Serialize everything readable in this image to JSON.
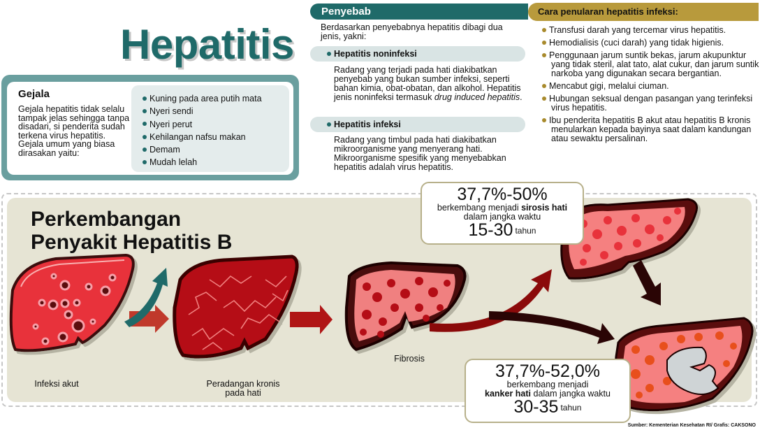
{
  "title": "Hepatitis",
  "gejala": {
    "title": "Gejala",
    "description": "Gejala hepatitis tidak selalu tampak jelas sehingga tanpa disadari, si penderita sudah terkena virus hepatitis. Gejala umum yang biasa dirasakan yaitu:",
    "symptoms": [
      "Kuning pada area putih mata",
      "Nyeri sendi",
      "Nyeri perut",
      "Kehilangan nafsu makan",
      "Demam",
      "Mudah lelah"
    ]
  },
  "penyebab": {
    "header": "Penyebab",
    "intro": "Berdasarkan penyebabnya hepatitis dibagi dua jenis, yakni:",
    "types": [
      {
        "name": "Hepatitis noninfeksi",
        "text": "Radang yang terjadi pada hati diakibatkan penyebab yang bukan sumber infeksi, seperti bahan kimia, obat-obatan, dan alkohol. Hepatitis jenis noninfeksi termasuk",
        "text_italic": "drug induced hepatitis",
        "text_end": "."
      },
      {
        "name": "Hepatitis infeksi",
        "text": "Radang yang timbul pada hati diakibatkan mikroorganisme yang menyerang hati. Mikroorganisme spesifik yang menyebabkan hepatitis adalah virus hepatitis."
      }
    ]
  },
  "penularan": {
    "header": "Cara penularan hepatitis infeksi:",
    "items": [
      "Transfusi darah yang tercemar virus hepatitis.",
      "Hemodialisis (cuci darah) yang tidak higienis.",
      "Penggunaan jarum suntik bekas, jarum akupunktur yang tidak steril, alat tato, alat cukur, dan jarum suntik narkoba yang digunakan secara bergantian.",
      "Mencabut gigi, melalui ciuman.",
      "Hubungan seksual dengan pasangan yang terinfeksi virus hepatitis.",
      "Ibu penderita hepatitis B akut atau hepatitis B kronis menularkan kepada bayinya saat dalam kandungan atau sewaktu persalinan."
    ]
  },
  "progression": {
    "title_line1": "Perkembangan",
    "title_line2": "Penyakit Hepatitis B",
    "stages": [
      {
        "label": "Infeksi akut"
      },
      {
        "label_line1": "Peradangan kronis",
        "label_line2": "pada hati"
      },
      {
        "label": "Fibrosis"
      }
    ],
    "cirrhosis_stat": {
      "percent": "37,7%-50%",
      "desc_pre": "berkembang menjadi ",
      "desc_bold": "sirosis hati",
      "desc_line2": "dalam jangka waktu",
      "years": "15-30",
      "unit": "tahun"
    },
    "cancer_stat": {
      "percent": "37,7%-52,0%",
      "desc_line1": "berkembang menjadi",
      "desc_bold": "kanker hati",
      "desc_post": " dalam jangka waktu",
      "years": "30-35",
      "unit": "tahun"
    }
  },
  "source": "Sumber: Kementerian Kesehatan RI/ Grafis: CAKSONO",
  "colors": {
    "teal": "#1f6a69",
    "teal_frame": "#6a9f9f",
    "gold": "#b89a3c",
    "panel_bg": "#e6e4d4",
    "liver_red": "#e8303a",
    "liver_dark": "#a01418"
  }
}
